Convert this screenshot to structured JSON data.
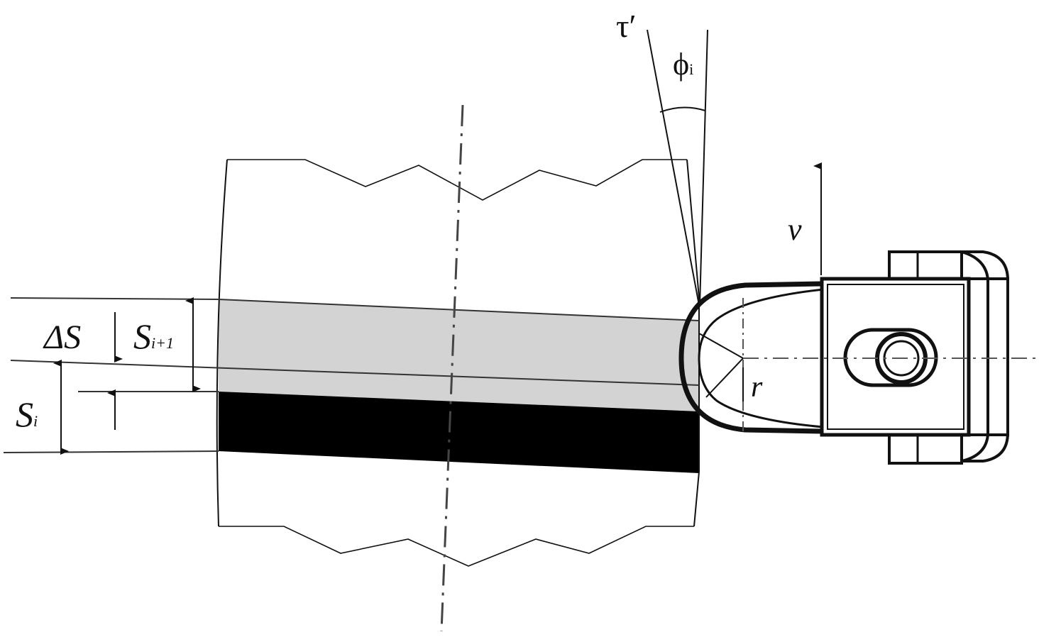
{
  "labels": {
    "tau": "τ′",
    "phi": "ϕ",
    "phi_sub": "i",
    "velocity": "v",
    "radius": "r",
    "delta_s": "ΔS",
    "s_next": "S",
    "s_next_sub": "i+1",
    "s_i": "S",
    "s_i_sub": "i"
  },
  "colors": {
    "layer_removed": "#d3d3d3",
    "layer_current": "#000000",
    "line": "#111111"
  }
}
